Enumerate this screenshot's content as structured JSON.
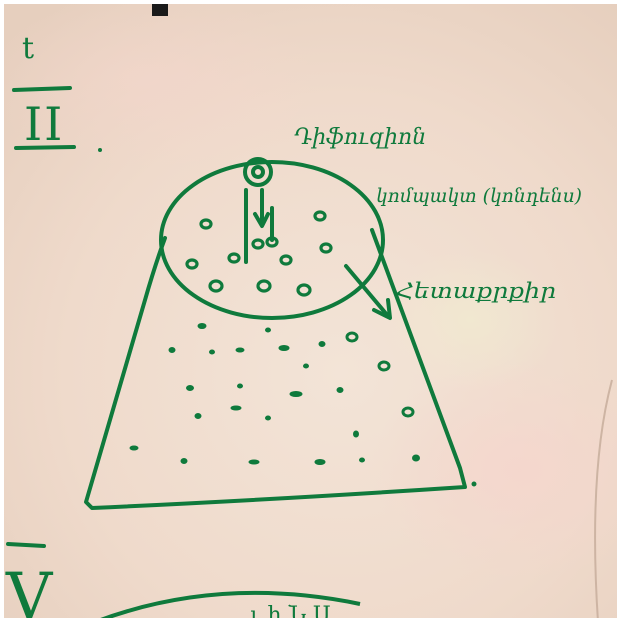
{
  "photo": {
    "subject": "whiteboard-drawing",
    "ink_color": "#0f7a3c",
    "board_color": "#efdccf",
    "frame_color": "#ffffff"
  },
  "left_margin": {
    "letter": "t",
    "roman_numeral_top": "II",
    "roman_numeral_bottom": "V"
  },
  "annotations": {
    "top_label": "Դիֆուզիոն",
    "middle_label": "կոմպակտ (կոնդենս)",
    "arrow_label": "Հետաքրքիր"
  }
}
